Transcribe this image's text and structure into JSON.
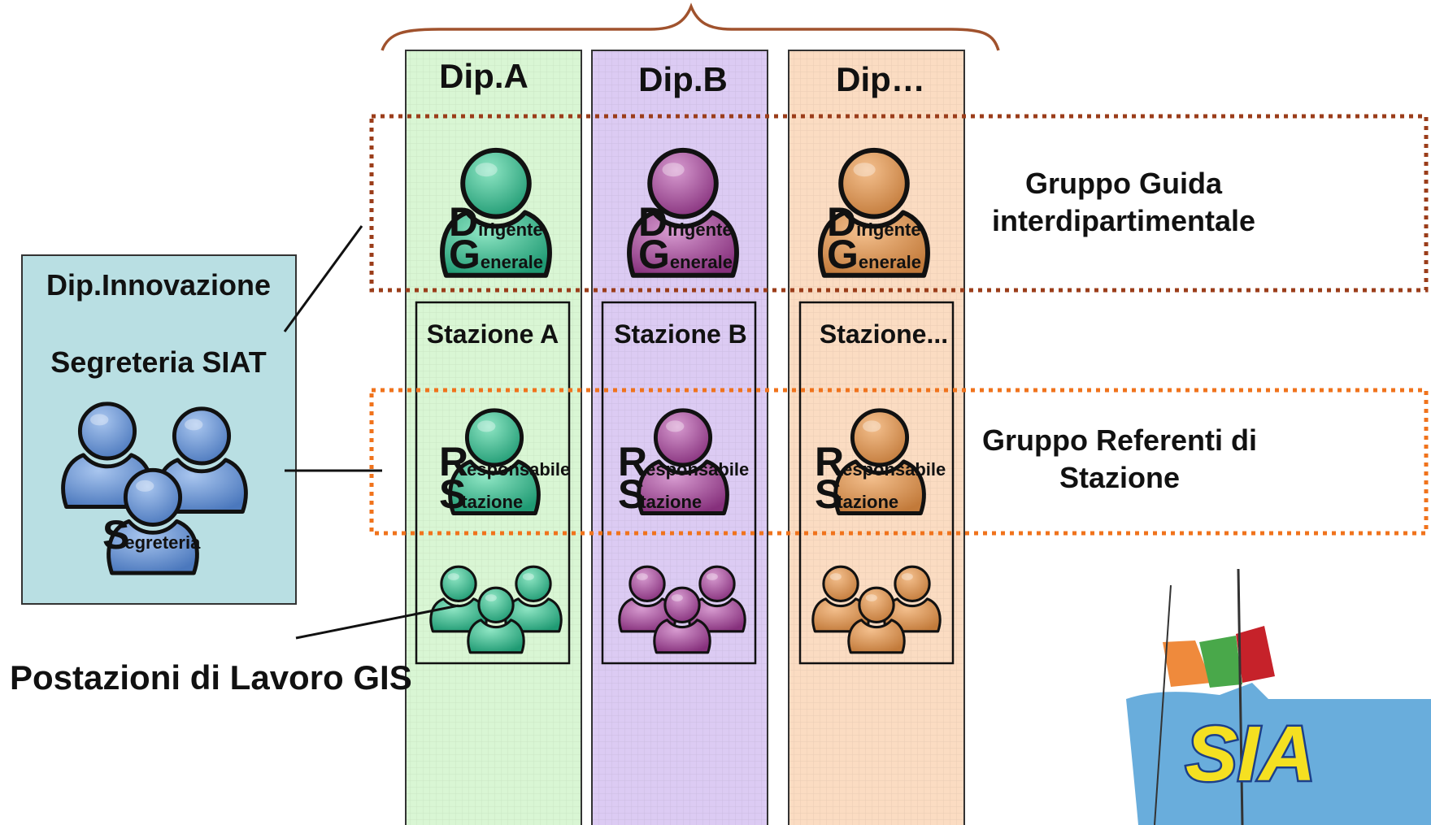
{
  "colors": {
    "green_col": "#d9f6d4",
    "purple_col": "#dccbf3",
    "orange_col": "#fbdcc2",
    "left_panel": "#b9dfe3",
    "green_person": "#2ea882",
    "purple_person": "#9a3d8e",
    "orange_person": "#cf8a4e",
    "blue_person": "#5e8ccd",
    "brace": "#a0522d",
    "dotted_dark": "#9b3d1a",
    "dotted_orange": "#f0731c"
  },
  "left_panel": {
    "title": "Dip.Innovazione",
    "subtitle": "Segreteria SIAT",
    "badge": {
      "initial": "S",
      "rest": "egreteria"
    }
  },
  "columns": [
    {
      "header": "Dip.A",
      "station": "Stazione A"
    },
    {
      "header": "Dip.B",
      "station": "Stazione B"
    },
    {
      "header": "Dip…",
      "station": "Stazione..."
    }
  ],
  "director_label": {
    "line1_initial": "D",
    "line1_rest": "irigente",
    "line2_initial": "G",
    "line2_rest": "enerale"
  },
  "responsible_label": {
    "line1_initial": "R",
    "line1_rest": "esponsabile",
    "line2_initial": "S",
    "line2_rest": "tazione"
  },
  "groups": {
    "guida_line1": "Gruppo Guida",
    "guida_line2": "interdipartimentale",
    "referenti_line1": "Gruppo Referenti di",
    "referenti_line2": "Stazione"
  },
  "bottom_label": "Postazioni di Lavoro GIS",
  "logo": {
    "name": "siat-logo-icon",
    "text": "SIA"
  }
}
